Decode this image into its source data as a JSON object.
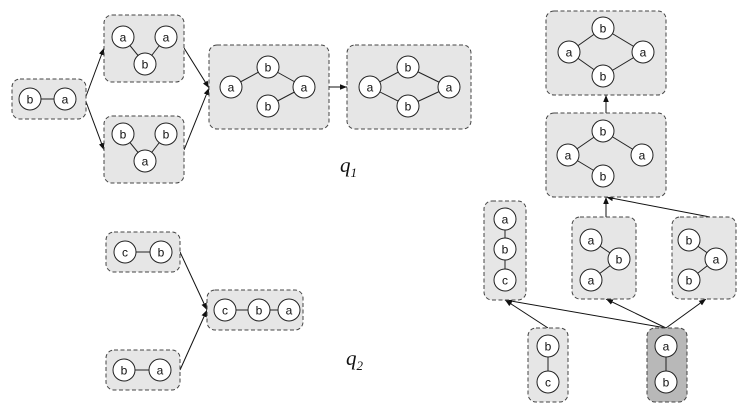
{
  "query_labels": [
    {
      "id": "q1",
      "base": "q",
      "sub": "1"
    },
    {
      "id": "q2",
      "base": "q",
      "sub": "2"
    }
  ],
  "graph_boxes": [
    {
      "id": "g1",
      "shade": "light",
      "nodes": [
        "b",
        "a"
      ],
      "edges": [
        [
          0,
          1
        ]
      ]
    },
    {
      "id": "g2",
      "shade": "light",
      "nodes": [
        "a",
        "a",
        "b"
      ],
      "edges": [
        [
          0,
          2
        ],
        [
          1,
          2
        ]
      ]
    },
    {
      "id": "g3",
      "shade": "light",
      "nodes": [
        "b",
        "b",
        "a"
      ],
      "edges": [
        [
          0,
          2
        ],
        [
          1,
          2
        ]
      ]
    },
    {
      "id": "g4",
      "shade": "light",
      "nodes": [
        "a",
        "b",
        "b",
        "a"
      ],
      "edges": [
        [
          0,
          1
        ],
        [
          1,
          3
        ],
        [
          2,
          3
        ]
      ]
    },
    {
      "id": "g5",
      "shade": "light",
      "nodes": [
        "a",
        "b",
        "b",
        "a"
      ],
      "edges": [
        [
          0,
          1
        ],
        [
          0,
          2
        ],
        [
          1,
          3
        ],
        [
          2,
          3
        ]
      ]
    },
    {
      "id": "g6",
      "shade": "light",
      "nodes": [
        "c",
        "b"
      ],
      "edges": [
        [
          0,
          1
        ]
      ]
    },
    {
      "id": "g7",
      "shade": "light",
      "nodes": [
        "b",
        "a"
      ],
      "edges": [
        [
          0,
          1
        ]
      ]
    },
    {
      "id": "g8",
      "shade": "light",
      "nodes": [
        "c",
        "b",
        "a"
      ],
      "edges": [
        [
          0,
          1
        ],
        [
          1,
          2
        ]
      ]
    },
    {
      "id": "g9",
      "shade": "light",
      "nodes": [
        "b",
        "a",
        "a",
        "b"
      ],
      "edges": [
        [
          0,
          1
        ],
        [
          0,
          2
        ],
        [
          1,
          3
        ],
        [
          2,
          3
        ]
      ]
    },
    {
      "id": "g10",
      "shade": "light",
      "nodes": [
        "b",
        "a",
        "a",
        "b"
      ],
      "edges": [
        [
          0,
          1
        ],
        [
          0,
          2
        ],
        [
          1,
          3
        ]
      ]
    },
    {
      "id": "g11",
      "shade": "light",
      "nodes": [
        "a",
        "b",
        "c"
      ],
      "edges": [
        [
          0,
          1
        ],
        [
          1,
          2
        ]
      ]
    },
    {
      "id": "g12",
      "shade": "light",
      "nodes": [
        "a",
        "b",
        "a"
      ],
      "edges": [
        [
          0,
          1
        ],
        [
          1,
          2
        ]
      ]
    },
    {
      "id": "g13",
      "shade": "light",
      "nodes": [
        "b",
        "a",
        "b"
      ],
      "edges": [
        [
          0,
          1
        ],
        [
          1,
          2
        ]
      ]
    },
    {
      "id": "g14",
      "shade": "light",
      "nodes": [
        "b",
        "c"
      ],
      "edges": [
        [
          0,
          1
        ]
      ]
    },
    {
      "id": "g15",
      "shade": "dark",
      "nodes": [
        "a",
        "b"
      ],
      "edges": [
        [
          0,
          1
        ]
      ]
    }
  ],
  "arrows": [
    {
      "from": "g1",
      "to": "g2"
    },
    {
      "from": "g1",
      "to": "g3"
    },
    {
      "from": "g2",
      "to": "g4"
    },
    {
      "from": "g3",
      "to": "g4"
    },
    {
      "from": "g4",
      "to": "g5"
    },
    {
      "from": "g6",
      "to": "g8"
    },
    {
      "from": "g7",
      "to": "g8"
    },
    {
      "from": "g10",
      "to": "g9"
    },
    {
      "from": "g12",
      "to": "g10"
    },
    {
      "from": "g13",
      "to": "g10"
    },
    {
      "from": "g14",
      "to": "g11"
    },
    {
      "from": "g15",
      "to": "g11"
    },
    {
      "from": "g15",
      "to": "g12"
    },
    {
      "from": "g15",
      "to": "g13"
    }
  ],
  "colors": {
    "box_light": "#e6e6e6",
    "box_dark": "#b8b8b8",
    "node_fill": "#ffffff",
    "stroke": "#222222"
  }
}
